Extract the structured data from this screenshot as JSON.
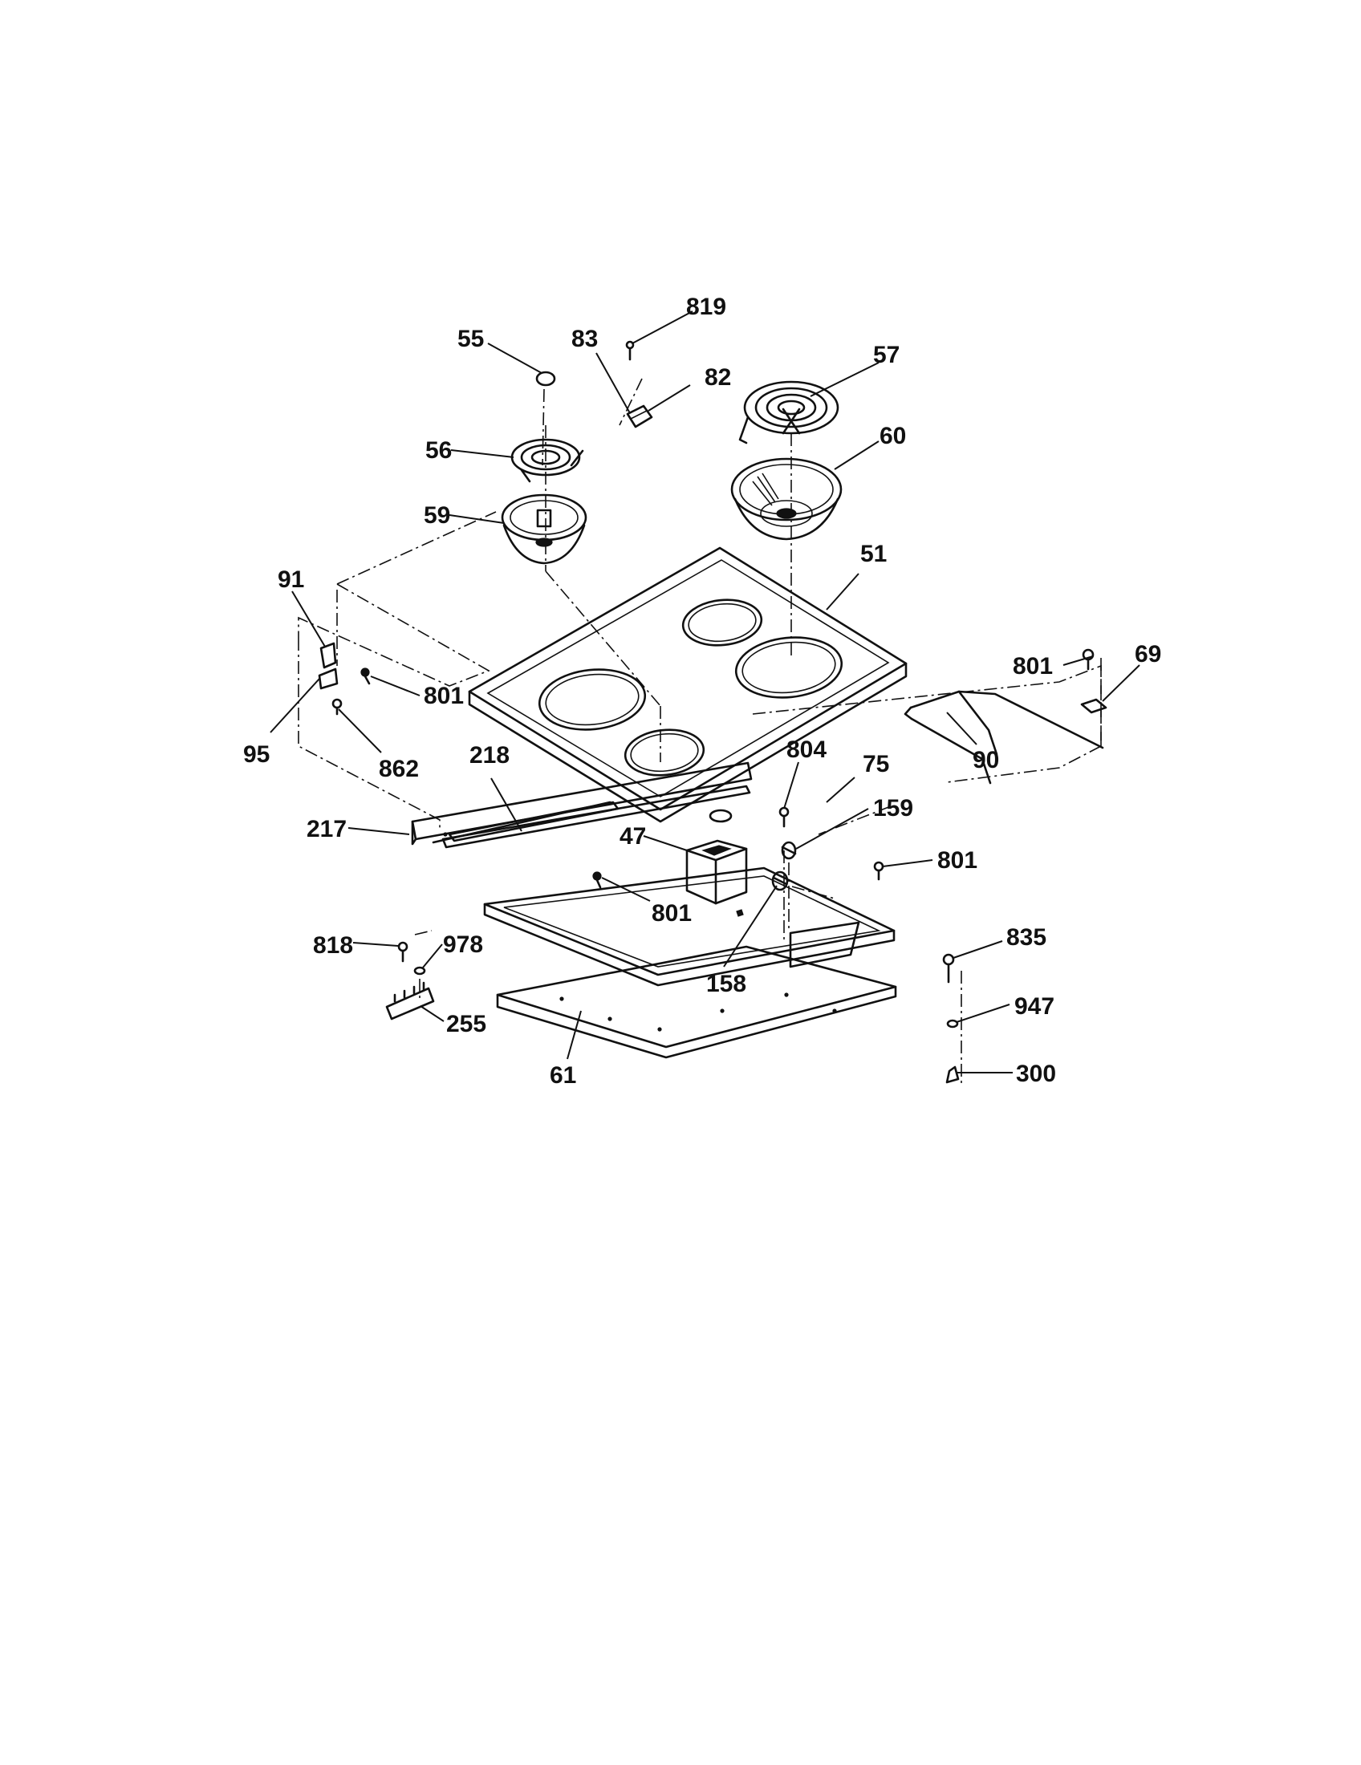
{
  "callouts": [
    {
      "id": "l-819",
      "text": "819"
    },
    {
      "id": "l-55",
      "text": "55"
    },
    {
      "id": "l-83",
      "text": "83"
    },
    {
      "id": "l-82",
      "text": "82"
    },
    {
      "id": "l-57",
      "text": "57"
    },
    {
      "id": "l-56",
      "text": "56"
    },
    {
      "id": "l-60",
      "text": "60"
    },
    {
      "id": "l-59",
      "text": "59"
    },
    {
      "id": "l-51",
      "text": "51"
    },
    {
      "id": "l-91",
      "text": "91"
    },
    {
      "id": "l-801a",
      "text": "801"
    },
    {
      "id": "l-95",
      "text": "95"
    },
    {
      "id": "l-862",
      "text": "862"
    },
    {
      "id": "l-218",
      "text": "218"
    },
    {
      "id": "l-804",
      "text": "804"
    },
    {
      "id": "l-75",
      "text": "75"
    },
    {
      "id": "l-801b",
      "text": "801"
    },
    {
      "id": "l-69",
      "text": "69"
    },
    {
      "id": "l-90",
      "text": "90"
    },
    {
      "id": "l-217",
      "text": "217"
    },
    {
      "id": "l-47",
      "text": "47"
    },
    {
      "id": "l-159",
      "text": "159"
    },
    {
      "id": "l-801c",
      "text": "801"
    },
    {
      "id": "l-801d",
      "text": "801"
    },
    {
      "id": "l-818",
      "text": "818"
    },
    {
      "id": "l-978",
      "text": "978"
    },
    {
      "id": "l-158",
      "text": "158"
    },
    {
      "id": "l-835",
      "text": "835"
    },
    {
      "id": "l-255",
      "text": "255"
    },
    {
      "id": "l-947",
      "text": "947"
    },
    {
      "id": "l-61",
      "text": "61"
    },
    {
      "id": "l-300",
      "text": "300"
    }
  ]
}
